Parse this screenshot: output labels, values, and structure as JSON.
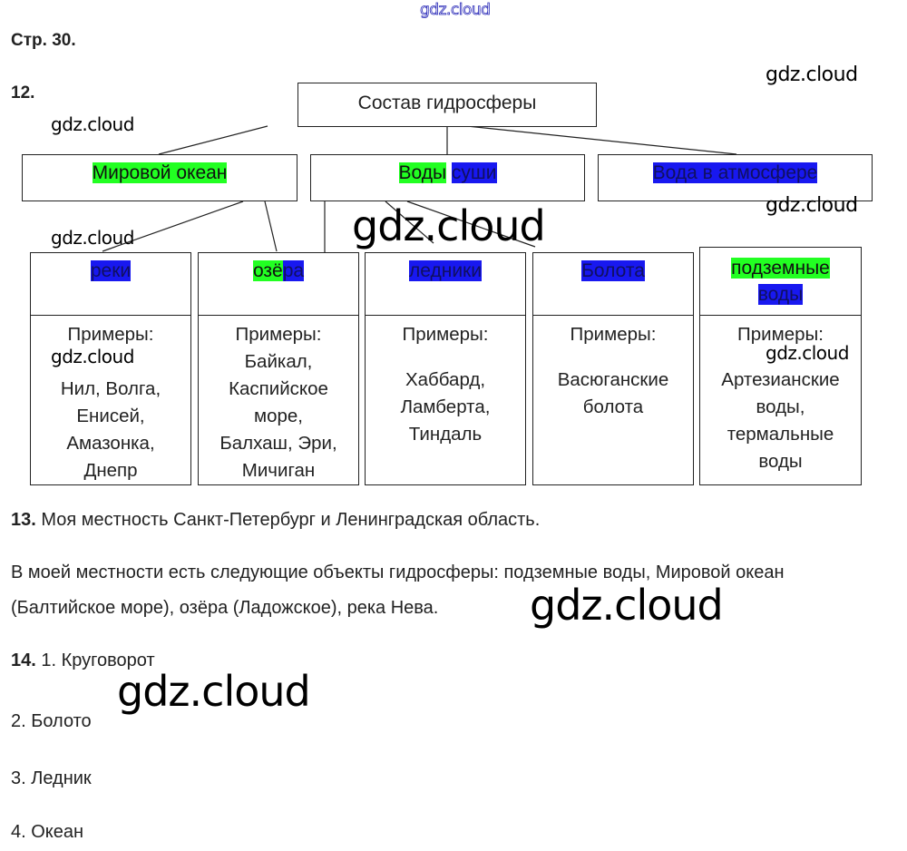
{
  "watermarks": {
    "top": "gdz.cloud",
    "label": "gdz.cloud"
  },
  "page_label": "Стр. 30.",
  "task12": {
    "number": "12.",
    "root": "Состав гидросферы",
    "level1": [
      {
        "parts": [
          {
            "text": "Мировой океан",
            "hl": "green"
          }
        ]
      },
      {
        "parts": [
          {
            "text": "Воды",
            "hl": "green"
          },
          {
            "text": " ",
            "hl": "none"
          },
          {
            "text": "суши",
            "hl": "blue"
          }
        ]
      },
      {
        "parts": [
          {
            "text": "Вода в атмосфере",
            "hl": "blue"
          }
        ]
      }
    ],
    "level2": [
      {
        "title_parts": [
          {
            "text": "реки",
            "hl": "blue"
          }
        ],
        "examples_label": "Примеры:",
        "examples": [
          "Нил, Волга,",
          "Енисей,",
          "Амазонка,",
          "Днепр"
        ]
      },
      {
        "title_parts": [
          {
            "text": "озё",
            "hl": "green"
          },
          {
            "text": "ра",
            "hl": "blue"
          }
        ],
        "examples_label": "Примеры:",
        "examples": [
          "Байкал,",
          "Каспийское",
          "море,",
          "Балхаш, Эри,",
          "Мичиган"
        ]
      },
      {
        "title_parts": [
          {
            "text": "ледники",
            "hl": "blue"
          }
        ],
        "examples_label": "Примеры:",
        "examples": [
          "Хаббард,",
          "Ламберта,",
          "Тиндаль"
        ]
      },
      {
        "title_parts": [
          {
            "text": "Болота",
            "hl": "blue"
          }
        ],
        "examples_label": "Примеры:",
        "examples": [
          "Васюганские",
          "болота"
        ]
      },
      {
        "title_parts": [
          {
            "text": "подземные",
            "hl": "green"
          },
          {
            "text": "воды",
            "hl": "blue"
          }
        ],
        "examples_label": "Примеры:",
        "examples": [
          "Артезианские",
          "воды,",
          "термальные",
          "воды"
        ]
      }
    ]
  },
  "task13": {
    "number": "13.",
    "line1": "Моя местность Санкт-Петербург и Ленинградская область.",
    "para_line1": "В моей местности есть следующие объекты гидросферы: подземные воды, Мировой океан",
    "para_line2": "(Балтийское море), озёра (Ладожское), река Нева."
  },
  "task14": {
    "number": "14.",
    "items": [
      "1. Круговорот",
      "2. Болото",
      "3. Ледник",
      "4. Океан"
    ]
  },
  "colors": {
    "highlight_green": "#22ff22",
    "highlight_blue": "#1818f0"
  }
}
